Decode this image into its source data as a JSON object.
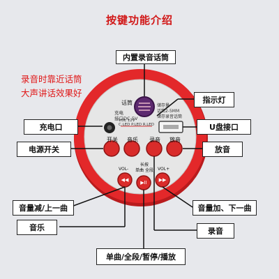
{
  "title": "按键功能介绍",
  "note": {
    "line1": "录音时靠近话筒",
    "line2": "大声讲话效果好"
  },
  "callouts": {
    "mic": "内置录音话筒",
    "indicator": "指示灯",
    "charge": "充电口",
    "usb": "U盘接口",
    "power": "电源开关",
    "play": "放音",
    "vol_down": "音量减/上一曲",
    "vol_up": "音量加、下一曲",
    "music": "音乐",
    "record": "录音",
    "mode": "单曲/全段/暂停/播放"
  },
  "device": {
    "mic_label": "话筒",
    "charge_text1": "充电",
    "charge_text2": "接口DC-5V",
    "spec_text1": "储存量",
    "spec_text2": "话筒2-5MM",
    "spec_text3": "储存录音话筒",
    "led_text": "C.LED  P.LED  R.LED",
    "vol_text": "VOL 12V",
    "buttons": {
      "power": "开关",
      "music": "音乐",
      "record": "录音",
      "play": "放音"
    },
    "mode_text1": "长按",
    "mode_text2": "单曲 全段",
    "vol_minus": "VOL-",
    "vol_plus": "VOL+",
    "prev_symbol": "◀◀",
    "pause_symbol": "▶II",
    "next_symbol": "▶▶"
  },
  "colors": {
    "shell_red": "#e3282a",
    "panel_grey": "#e4e4e4",
    "title_red": "#d11616",
    "button_red": "#d92b2a"
  }
}
